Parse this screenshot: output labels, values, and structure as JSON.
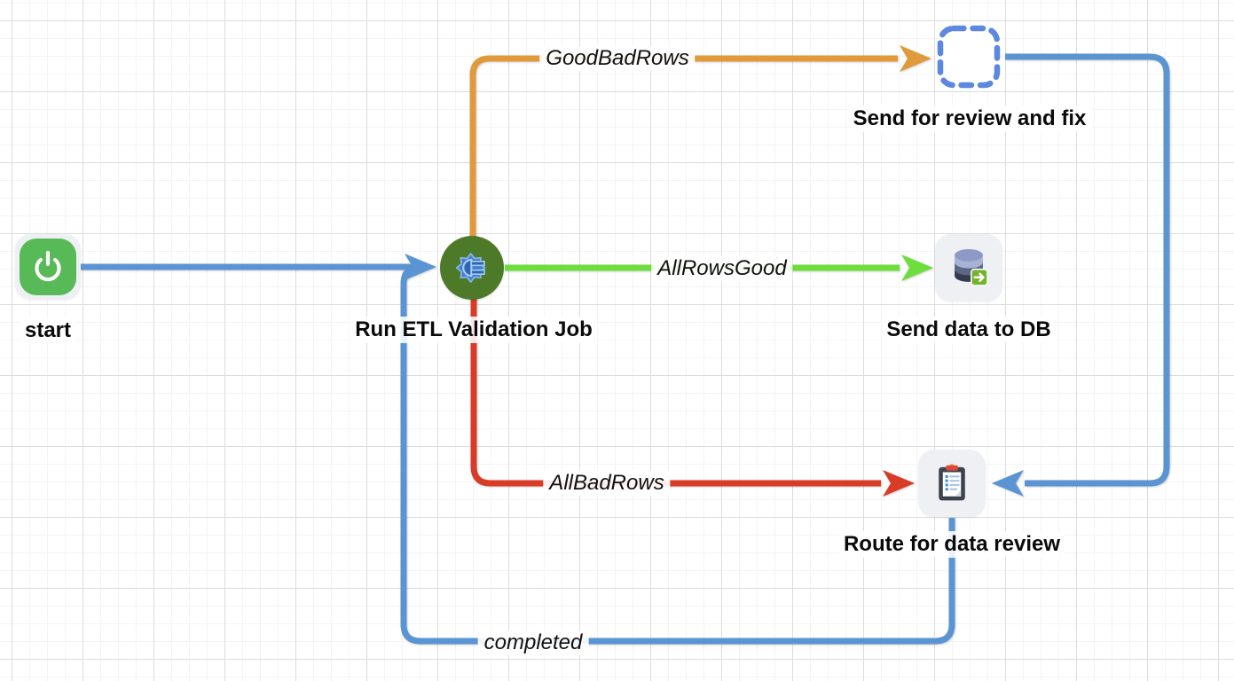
{
  "colors": {
    "canvas_bg": "#ffffff",
    "grid_minor": "#f4f4f7",
    "grid_major": "#dcdce0",
    "edge_blue": "#5b94d3",
    "edge_orange": "#e09a3c",
    "edge_green": "#6edd3e",
    "edge_red": "#d93b27",
    "start_green": "#58b957",
    "etl_green": "#4d7a28",
    "dashed_blue": "#5c88e0"
  },
  "nodes": {
    "start": {
      "label": "start",
      "icon": "power-icon"
    },
    "etl": {
      "label": "Run ETL Validation Job",
      "icon": "gear-icon"
    },
    "review_fix": {
      "label": "Send for review and fix",
      "icon": "dashed-placeholder-icon"
    },
    "send_db": {
      "label": "Send data to DB",
      "icon": "database-icon"
    },
    "route_review": {
      "label": "Route for data review",
      "icon": "clipboard-icon"
    }
  },
  "edges": {
    "good_bad_rows": {
      "label": "GoodBadRows",
      "color": "#e09a3c"
    },
    "all_rows_good": {
      "label": "AllRowsGood",
      "color": "#6edd3e"
    },
    "all_bad_rows": {
      "label": "AllBadRows",
      "color": "#d93b27"
    },
    "completed": {
      "label": "completed",
      "color": "#5b94d3"
    },
    "start_to_etl": {
      "color": "#5b94d3"
    },
    "review_to_route": {
      "color": "#5b94d3"
    }
  }
}
